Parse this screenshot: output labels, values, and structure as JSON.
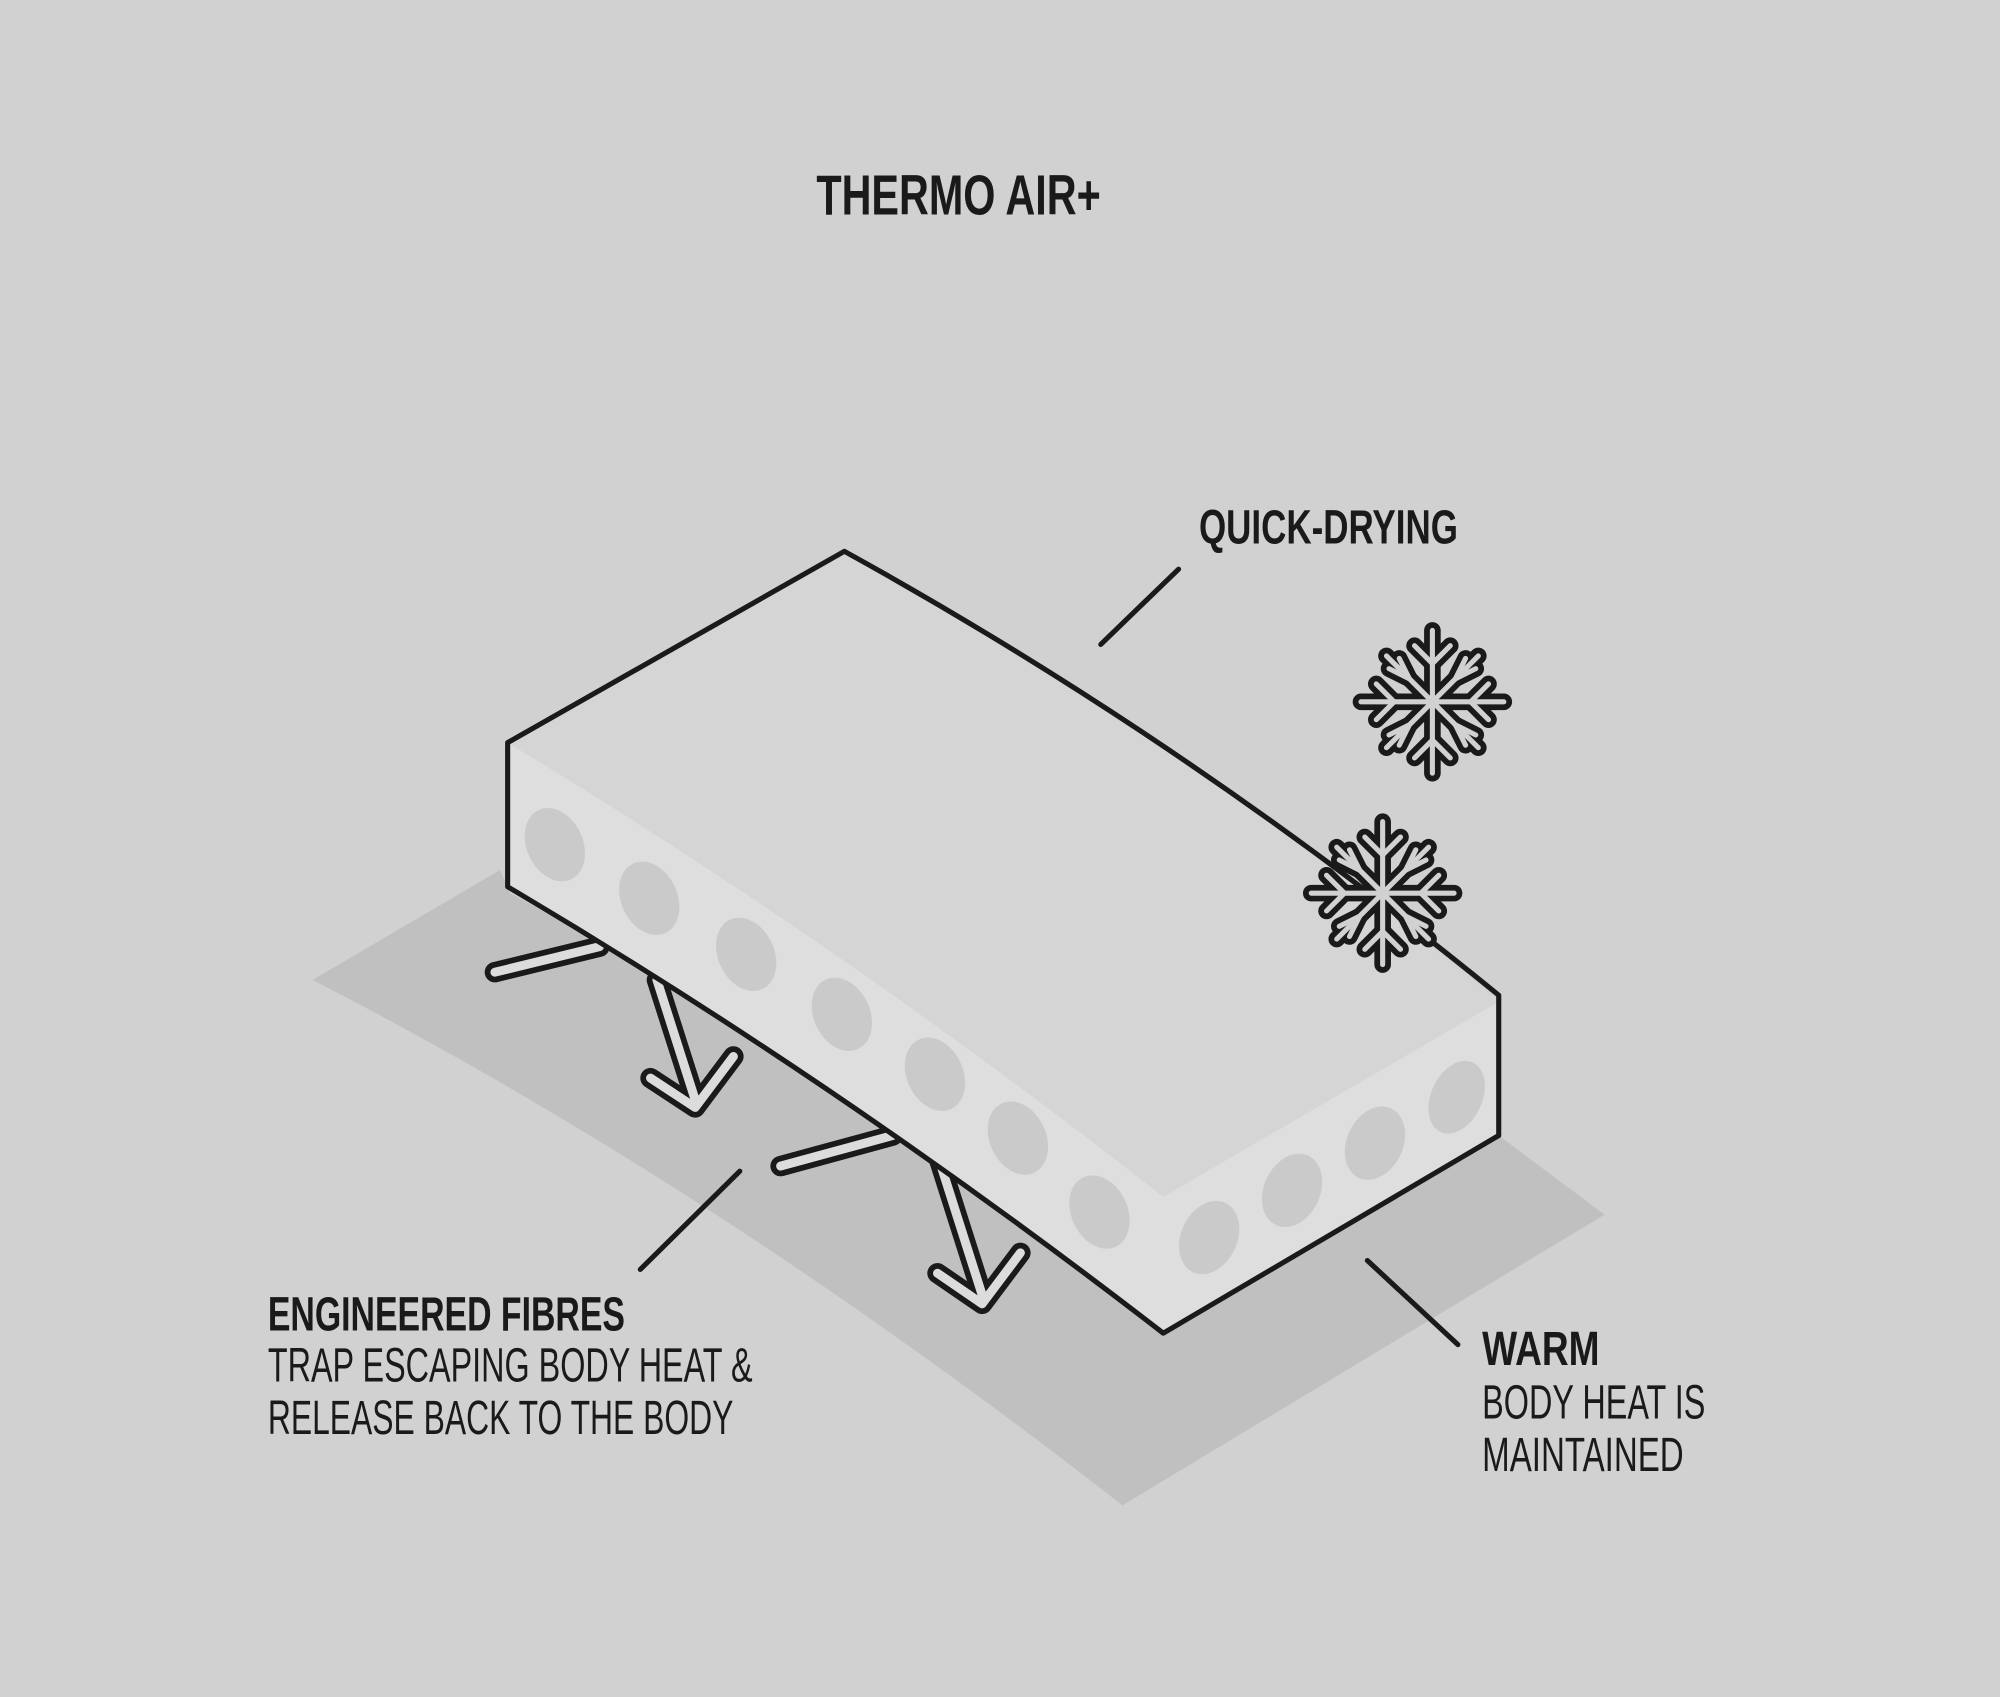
{
  "title": "THERMO AIR+",
  "callouts": {
    "quick_drying": {
      "heading": "QUICK-DRYING"
    },
    "engineered_fibres": {
      "heading": "ENGINEERED FIBRES",
      "lines": [
        "TRAP ESCAPING BODY HEAT &",
        "RELEASE BACK TO THE BODY"
      ]
    },
    "warm": {
      "heading": "WARM",
      "lines": [
        "BODY HEAT IS",
        "MAINTAINED"
      ]
    }
  },
  "icons": [
    "snowflake-icon",
    "snowflake-icon",
    "arrow-icon"
  ],
  "colors": {
    "background": "#d1d1d1",
    "shadow": "#c0c0c0",
    "ink": "#1a1a1a"
  }
}
